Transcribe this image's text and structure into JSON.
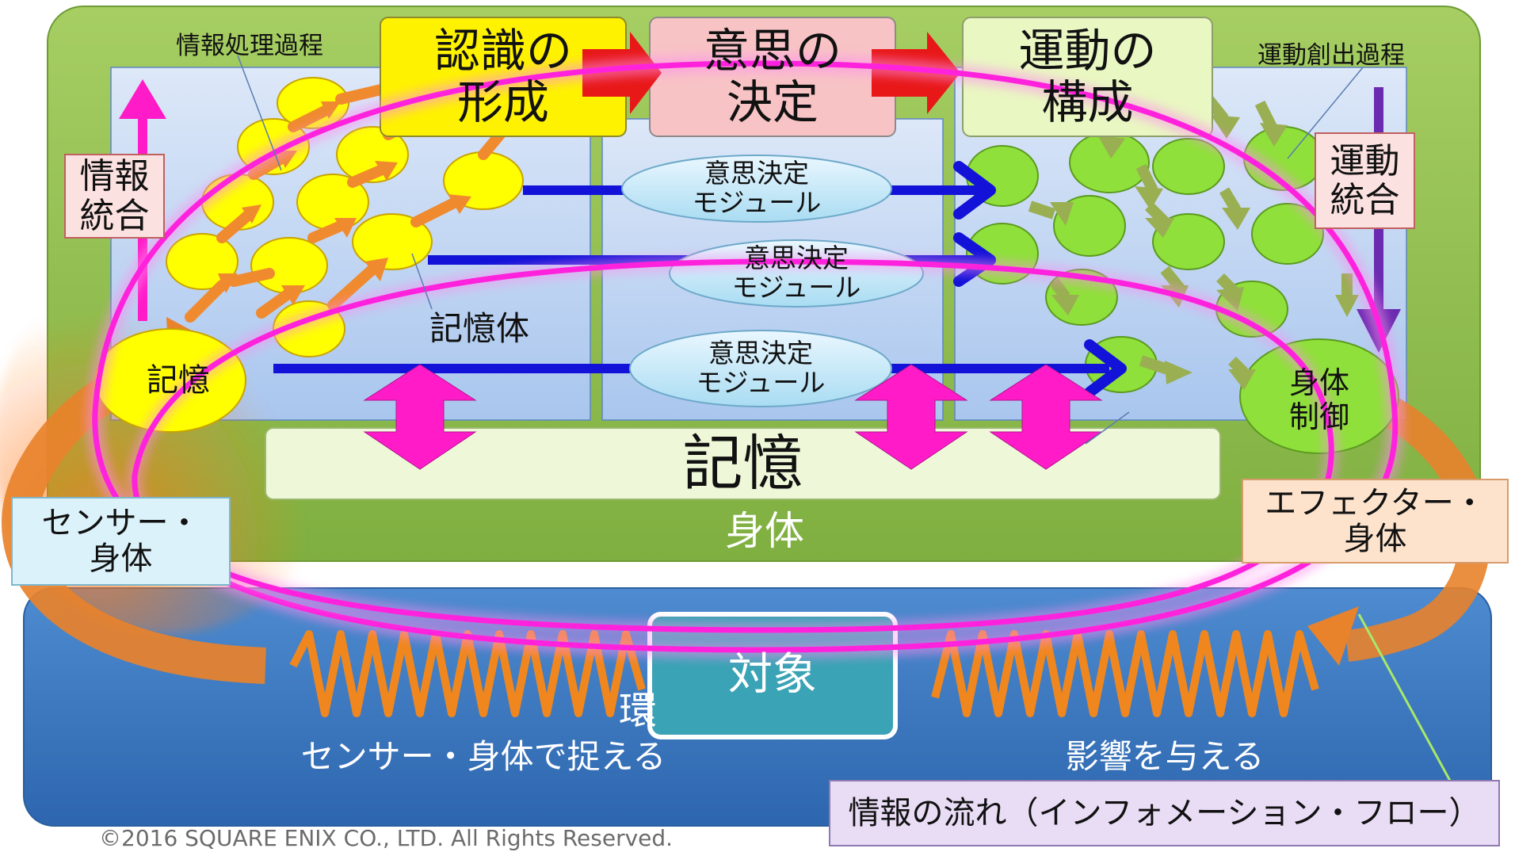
{
  "stages": {
    "recognition": "認識の\n形成",
    "decision": "意思の\n決定",
    "motion": "運動の\n構成"
  },
  "captions": {
    "info_process": "情報処理過程",
    "motion_process": "運動創出過程",
    "info_integration": "情報\n統合",
    "motion_integration": "運動\n統合",
    "memory_body_label": "記憶体",
    "memory_small": "記憶",
    "memory_bar": "記憶",
    "body_control": "身体\n制御",
    "body": "身体",
    "sensor_body": "センサー・\n身体",
    "effector_body": "エフェクター・\n身体",
    "target": "対象",
    "world_partial": "環",
    "sense": "センサー・身体で捉える",
    "influence": "影響を与える",
    "info_flow": "情報の流れ（インフォメーション・フロー）"
  },
  "modules": [
    "意思決定\nモジュール",
    "意思決定\nモジュール",
    "意思決定\nモジュール"
  ],
  "copyright": "©2016 SQUARE ENIX CO., LTD. All Rights Reserved.",
  "colors": {
    "green_panel": "#8CB84A",
    "blue_panel": "#3F7CC2",
    "yellow_node": "#FFFF00",
    "green_node": "#8FE03A",
    "loop": "#FF22DD",
    "teal_target": "#3AA3B5"
  }
}
